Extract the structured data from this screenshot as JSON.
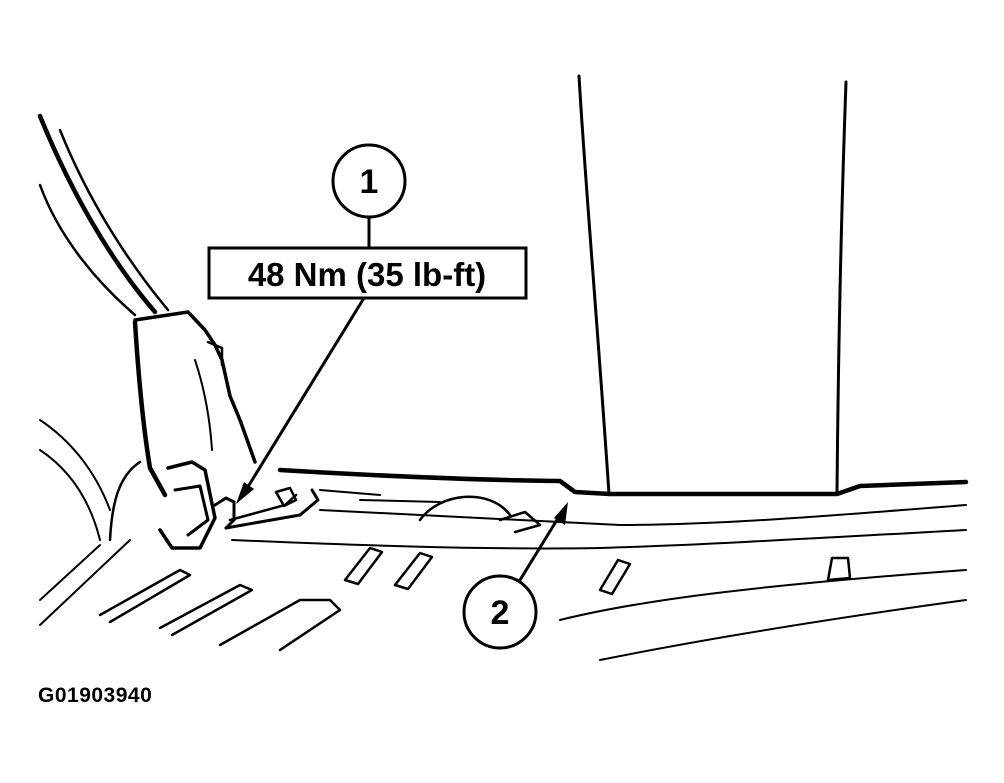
{
  "callouts": {
    "one": {
      "number": "1",
      "torque_label": "48 Nm (35 lb-ft)"
    },
    "two": {
      "number": "2"
    }
  },
  "figure_id": "G01903940"
}
